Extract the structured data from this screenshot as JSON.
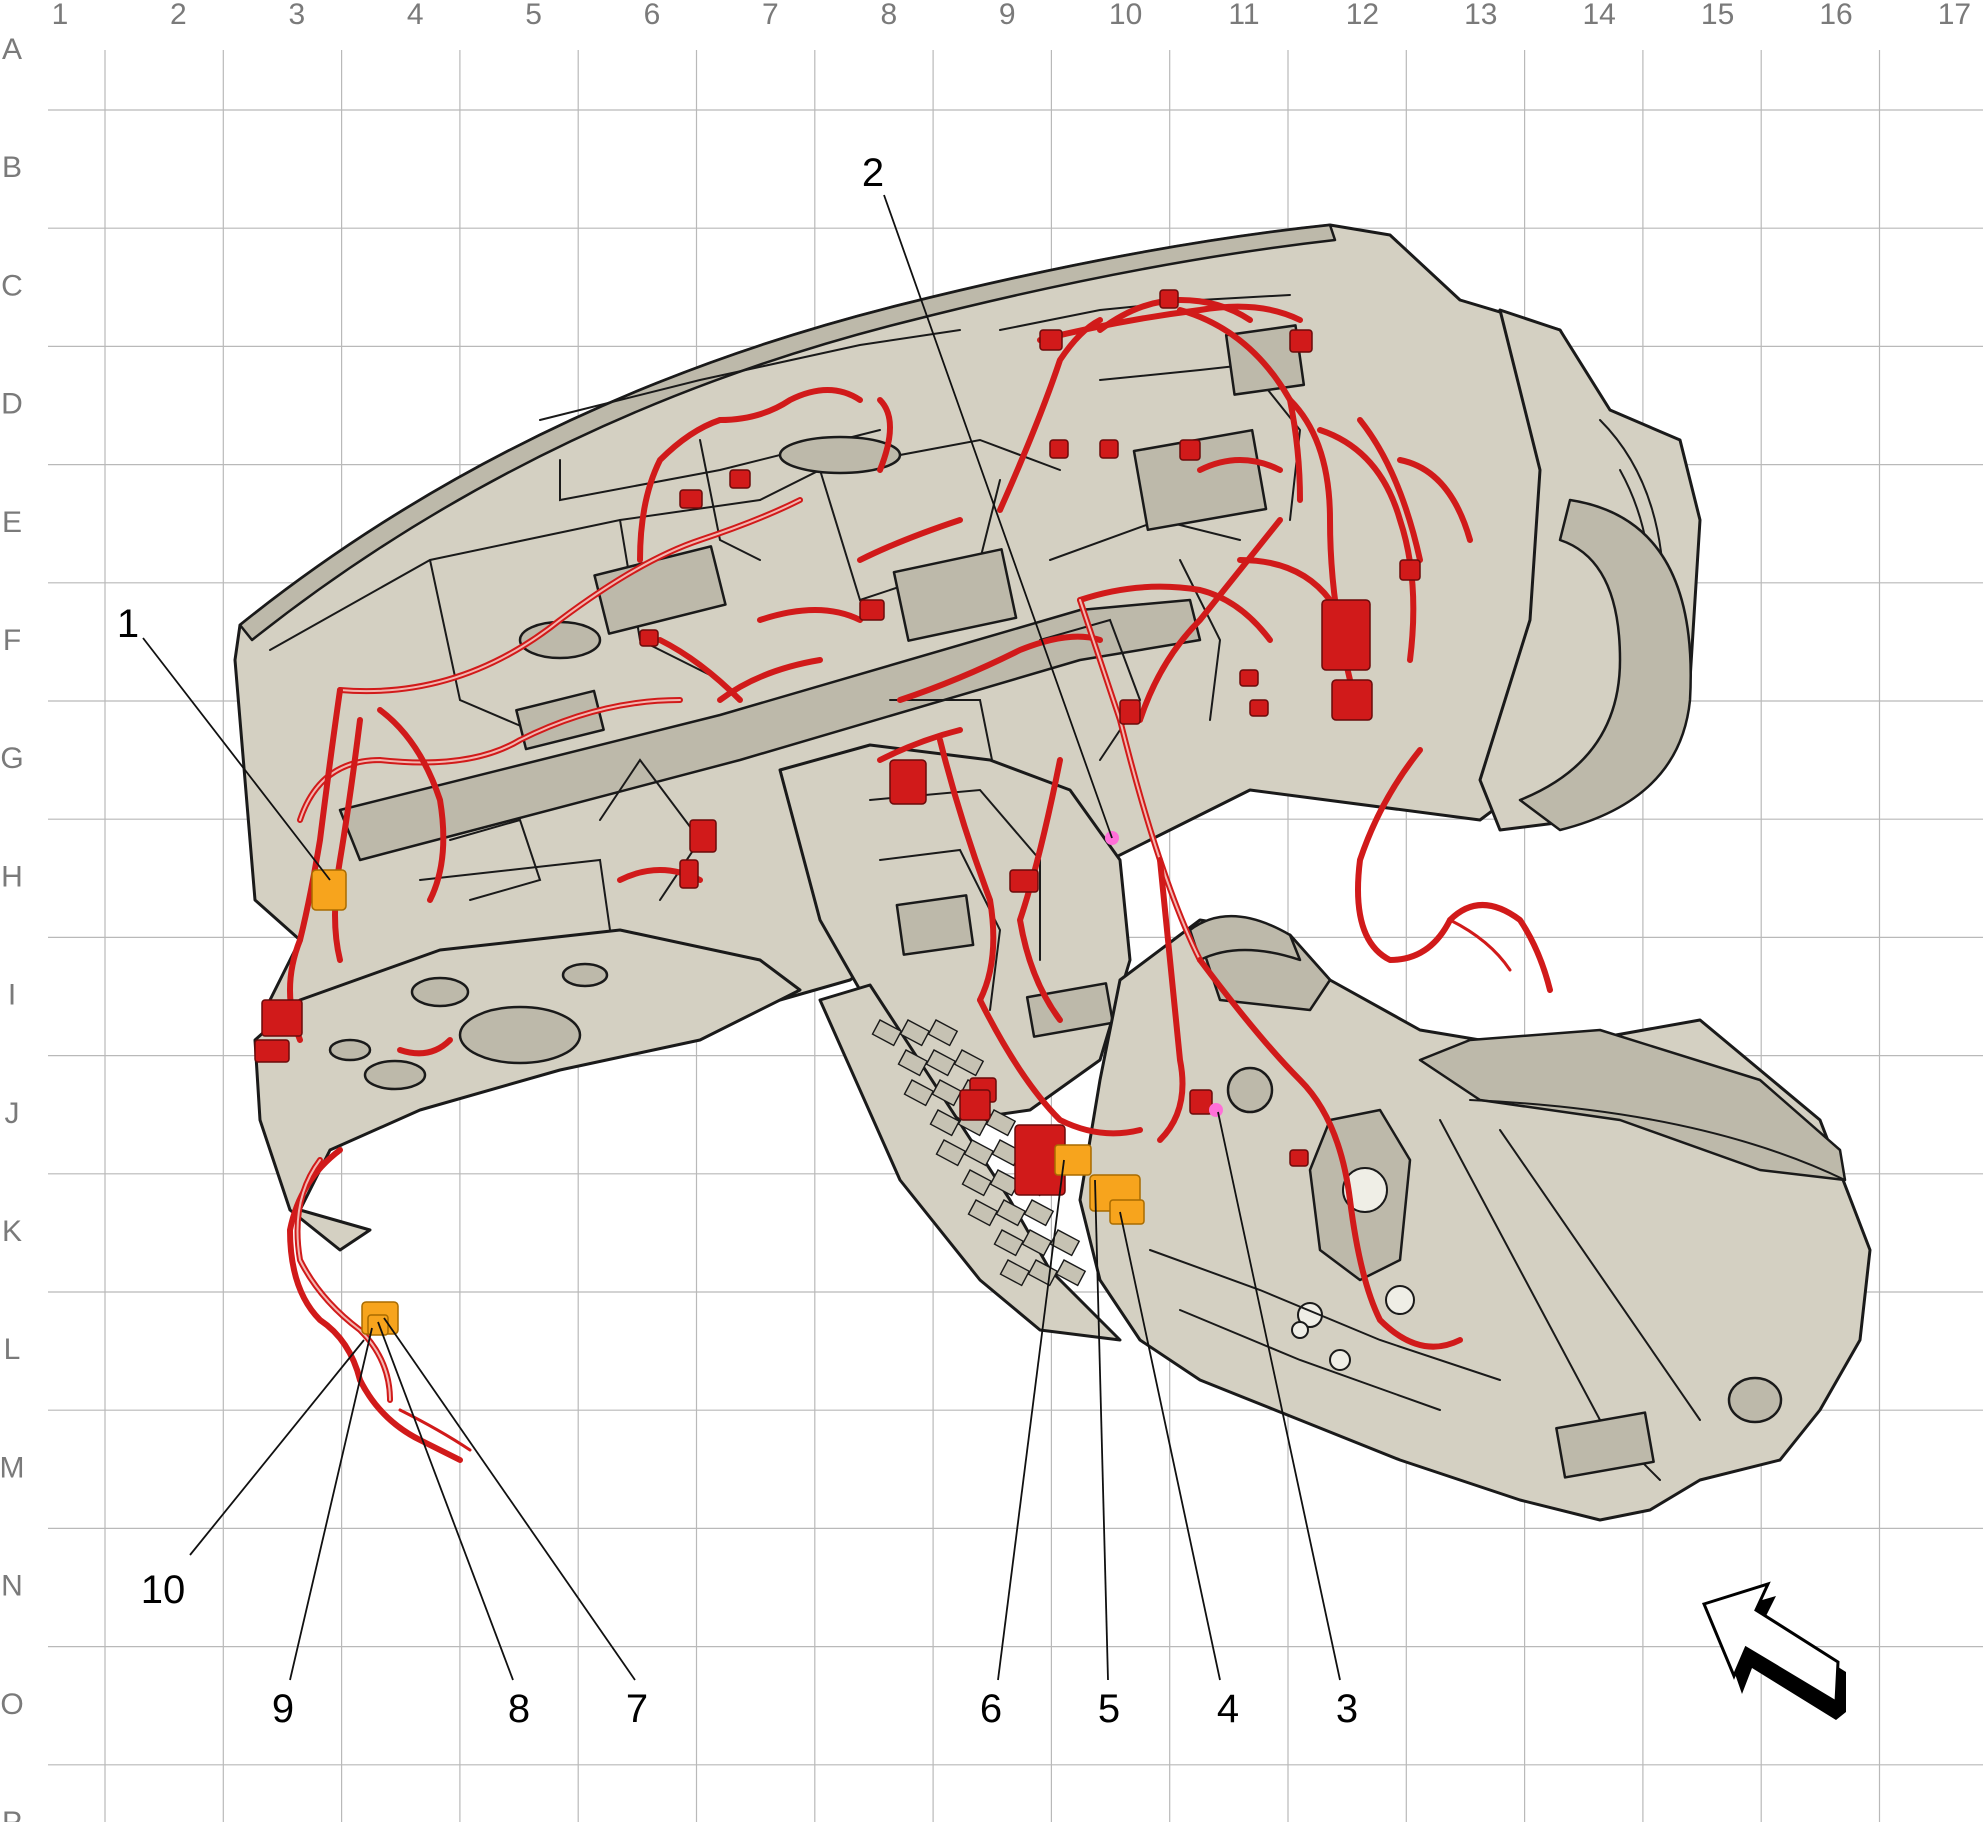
{
  "grid": {
    "columns": [
      "1",
      "2",
      "3",
      "4",
      "5",
      "6",
      "7",
      "8",
      "9",
      "10",
      "11",
      "12",
      "13",
      "14",
      "15",
      "16",
      "17"
    ],
    "rows": [
      "A",
      "B",
      "C",
      "D",
      "E",
      "F",
      "G",
      "H",
      "I",
      "J",
      "K",
      "L",
      "M",
      "N",
      "O",
      "P"
    ]
  },
  "callouts": [
    {
      "label": "1"
    },
    {
      "label": "2"
    },
    {
      "label": "3"
    },
    {
      "label": "4"
    },
    {
      "label": "5"
    },
    {
      "label": "6"
    },
    {
      "label": "7"
    },
    {
      "label": "8"
    },
    {
      "label": "9"
    },
    {
      "label": "10"
    }
  ],
  "colors": {
    "harness": "#d11a1a",
    "highlight_connector": "#f7a41d",
    "ground_point": "#ff6fd8",
    "panel": "#d4d0c2",
    "grid": "#b9b9b9"
  },
  "icons": {
    "view_direction": "view-direction-arrow-icon"
  }
}
